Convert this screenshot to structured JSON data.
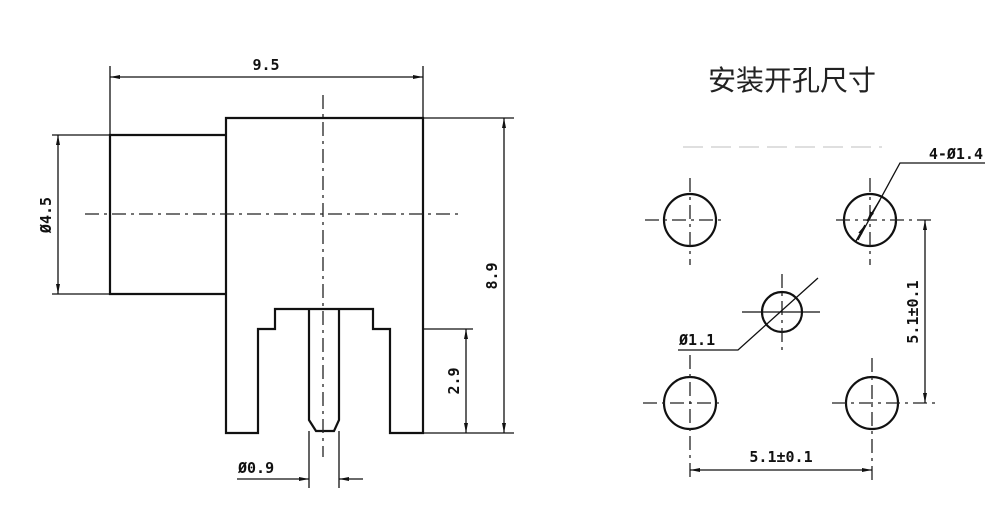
{
  "side_view": {
    "dim_width": "9.5",
    "dim_diameter_body": "Ø4.5",
    "dim_height": "8.9",
    "dim_leg_height": "2.9",
    "dim_pin_diameter": "Ø0.9"
  },
  "footprint": {
    "title": "安装开孔尺寸",
    "dim_corner_holes": "4-Ø1.4",
    "dim_center_hole": "Ø1.1",
    "dim_vertical_spacing": "5.1±0.1",
    "dim_horizontal_spacing": "5.1±0.1"
  }
}
